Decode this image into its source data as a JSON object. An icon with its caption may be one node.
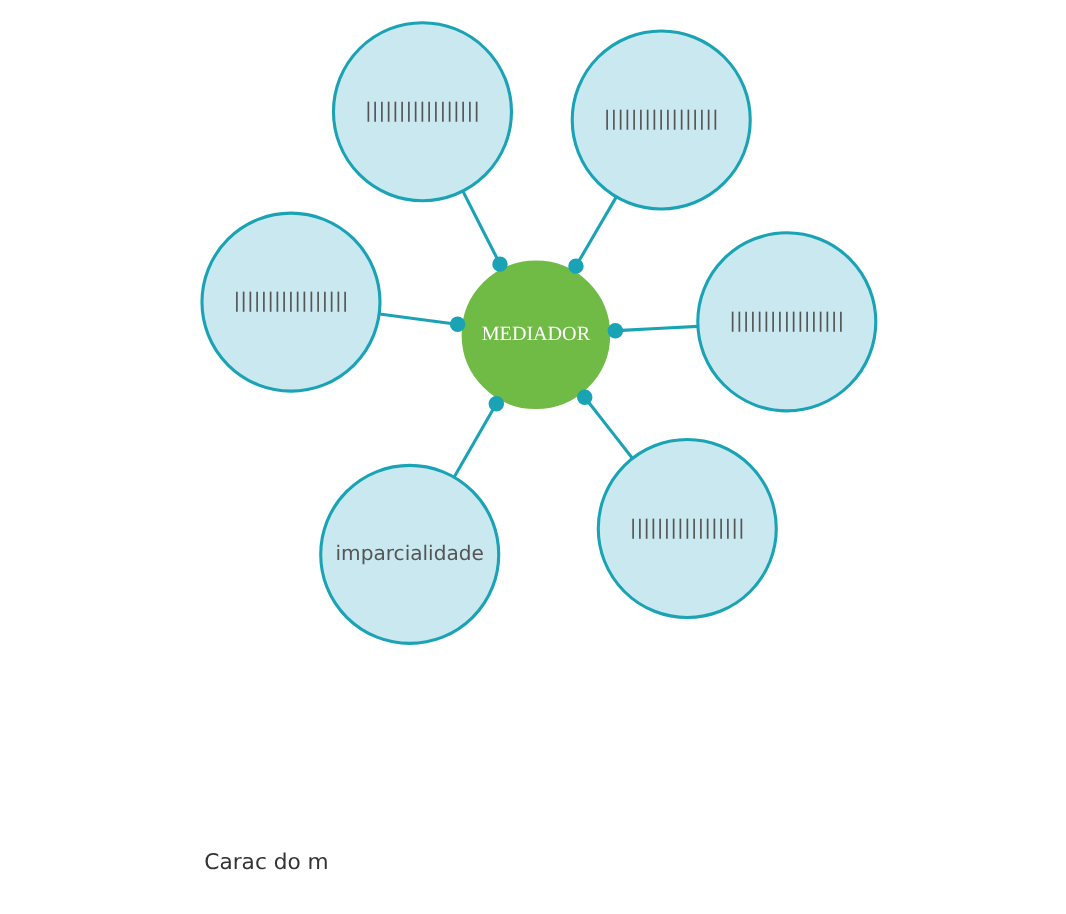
{
  "diagram": {
    "nodes": [
      {
        "text": [
          "MEDIADOR"
        ]
      },
      {
        "text": [
          "|||||||||||||||||"
        ]
      },
      {
        "text": [
          "|||||||||||||||||"
        ]
      },
      {
        "text": [
          "|||||||||||||||||"
        ]
      },
      {
        "text": [
          "|||||||||||||||||"
        ]
      },
      {
        "text": [
          "|||||||||||||||||"
        ]
      },
      {
        "text": [
          "imparcialidade"
        ]
      }
    ],
    "edges": [
      {
        "from": 0,
        "to": 1,
        "arrow": "other"
      },
      {
        "from": 0,
        "to": 2,
        "arrow": "other"
      },
      {
        "from": 0,
        "to": 3,
        "arrow": "other"
      },
      {
        "from": 0,
        "to": 4,
        "arrow": "other"
      },
      {
        "from": 0,
        "to": 5,
        "arrow": "other"
      },
      {
        "from": 0,
        "to": 6,
        "arrow": "other"
      }
    ],
    "labels": [
      "Carac do m"
    ]
  }
}
